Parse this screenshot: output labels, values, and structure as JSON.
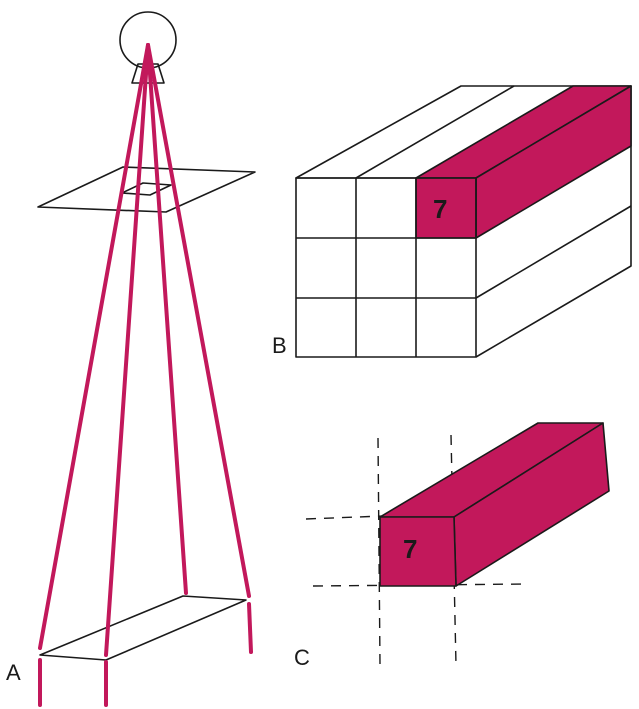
{
  "colors": {
    "accent": "#c2185b",
    "line": "#1a1a1a",
    "background": "#ffffff"
  },
  "panels": {
    "a": {
      "label": "A"
    },
    "b": {
      "label": "B",
      "highlight_number": "7"
    },
    "c": {
      "label": "C",
      "highlight_number": "7"
    }
  }
}
